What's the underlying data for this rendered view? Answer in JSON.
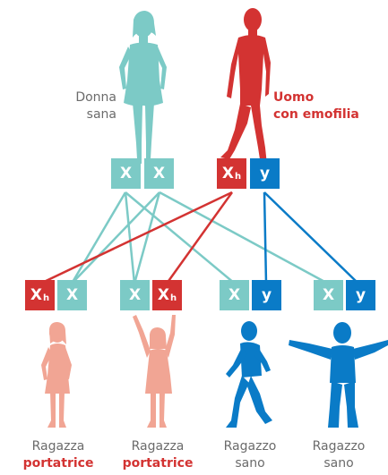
{
  "parents": {
    "mother": {
      "line1": "Donna",
      "line2": "sana",
      "chromosomes": [
        "X",
        "X"
      ]
    },
    "father": {
      "line1": "Uomo",
      "line2": "con emofilia",
      "chromosomes": [
        "X",
        "y"
      ],
      "father_x_sub": "h"
    }
  },
  "children": [
    {
      "line1": "Ragazza",
      "line2": "portatrice",
      "c1": "X",
      "c1_sub": "h",
      "c2": "X",
      "c2_sub": ""
    },
    {
      "line1": "Ragazza",
      "line2": "portatrice",
      "c1": "X",
      "c1_sub": "",
      "c2": "X",
      "c2_sub": "h"
    },
    {
      "line1": "Ragazzo",
      "line2": "sano",
      "c1": "X",
      "c1_sub": "",
      "c2": "y",
      "c2_sub": ""
    },
    {
      "line1": "Ragazzo",
      "line2": "sano",
      "c1": "X",
      "c1_sub": "",
      "c2": "y",
      "c2_sub": ""
    }
  ],
  "colors": {
    "healthy_x": "#7ccac6",
    "affected_x": "#d33332",
    "y": "#0a7bc7",
    "carrier_figure": "#f1a594",
    "healthy_boy": "#0a7bc7",
    "mother_figure": "#7ccac6",
    "father_figure": "#d33332",
    "label_gray": "#6b6b6b"
  },
  "icons": [
    "woman-silhouette-icon",
    "man-silhouette-icon",
    "girl-silhouette-icon",
    "girl-arms-up-silhouette-icon",
    "boy-running-silhouette-icon",
    "boy-arms-out-silhouette-icon"
  ]
}
